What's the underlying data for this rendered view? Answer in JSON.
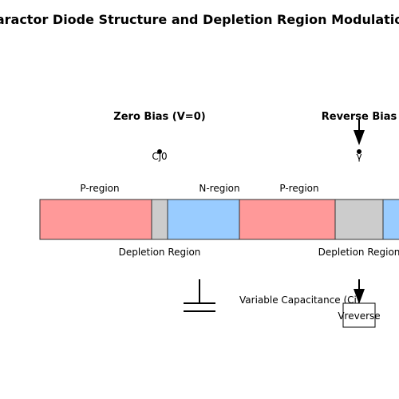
{
  "title": "Varactor Diode Structure and Depletion Region Modulation",
  "panels": {
    "zero_bias": {
      "heading": "Zero Bias (V=0)",
      "cj_label": "Cj0",
      "p_label": "P-region",
      "n_label": "N-region",
      "depletion_label": "Depletion Region"
    },
    "reverse_bias": {
      "heading": "Reverse Bias",
      "cj_label": "γ",
      "p_label": "P-region",
      "depletion_label": "Depletion Region",
      "source_label": "Vreverse"
    }
  },
  "capacitor_label": "Variable Capacitance (Cj)",
  "colors": {
    "p_region": "#ff9999",
    "n_region": "#99ccff",
    "depletion": "#cccccc",
    "outline": "#333333"
  }
}
